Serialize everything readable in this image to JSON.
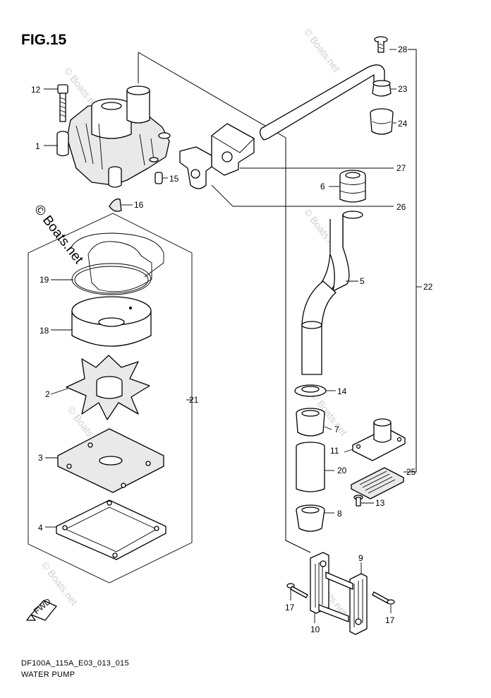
{
  "figure": {
    "title": "FIG.15",
    "model_code": "DF100A_115A_E03_013_015",
    "caption": "WATER PUMP",
    "fwd_marker": "FWD"
  },
  "watermark": {
    "text": "© Boats.net"
  },
  "callouts": {
    "c1": "1",
    "c2": "2",
    "c3": "3",
    "c4": "4",
    "c5": "5",
    "c6": "6",
    "c7": "7",
    "c8": "8",
    "c9": "9",
    "c10": "10",
    "c11": "11",
    "c12": "12",
    "c13": "13",
    "c14": "14",
    "c15": "15",
    "c16": "16",
    "c17a": "17",
    "c17b": "17",
    "c18": "18",
    "c19": "19",
    "c20": "20",
    "c21": "21",
    "c22": "22",
    "c23": "23",
    "c24": "24",
    "c25": "25",
    "c26": "26",
    "c27": "27",
    "c28": "28"
  }
}
